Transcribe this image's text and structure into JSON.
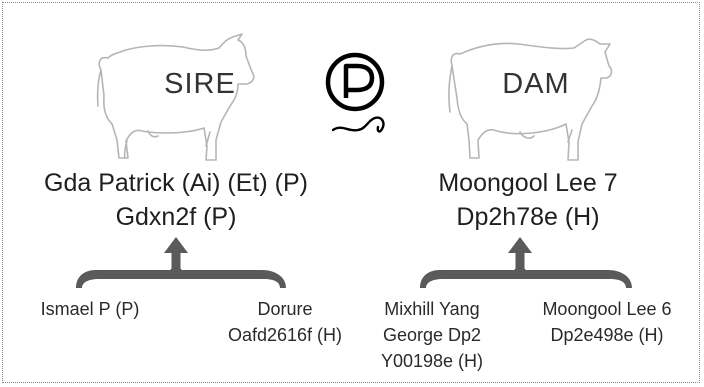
{
  "sire": {
    "label": "SIRE",
    "name_line1": "Gda Patrick (Ai) (Et) (P)",
    "name_line2": "Gdxn2f (P)",
    "sire_parent": {
      "line1": "Ismael P (P)"
    },
    "dam_parent": {
      "line1": "Dorure",
      "line2": "Oafd2616f (H)"
    }
  },
  "dam": {
    "label": "DAM",
    "name_line1": "Moongool Lee 7",
    "name_line2": "Dp2h78e (H)",
    "sire_parent": {
      "line1": "Mixhill Yang",
      "line2": "George Dp2",
      "line3": "Y00198e (H)"
    },
    "dam_parent": {
      "line1": "Moongool Lee 6",
      "line2": "Dp2e498e (H)"
    }
  },
  "badge": {
    "letter": "P",
    "meaning": "polled-icon"
  },
  "colors": {
    "outline": "#b5b5b5",
    "text": "#222222",
    "bracket": "#5a5a5a",
    "badge": "#000000"
  }
}
